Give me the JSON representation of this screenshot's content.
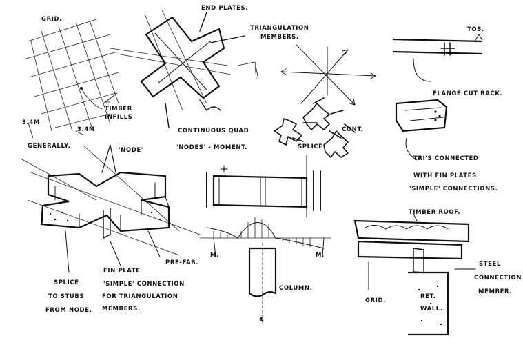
{
  "labels": {
    "grid": "GRID.",
    "end_plates": "END PLATES.",
    "triangulation_members": [
      "TRIANGULATION",
      "MEMBERS."
    ],
    "timber_infills": [
      "TIMBER",
      "INFILLS"
    ],
    "dim_left": "3.4M",
    "dim_bottom": "3.4M",
    "generally": "GENERALLY.",
    "continuous_quad": [
      "CONTINUOUS QUAD",
      "'NODES' - MOMENT."
    ],
    "tos": "TOS.",
    "flange_cut_back": "FLANGE CUT BACK.",
    "cont": "CONT.",
    "splice_center": "SPLICE",
    "tris_connected": [
      "TRI'S CONNECTED",
      "WITH FIN PLATES.",
      "'SIMPLE' CONNECTIONS."
    ],
    "node": "'NODE'",
    "pre_fab": "PRE-FAB.",
    "splice_stubs": [
      "SPLICE",
      "TO STUBS",
      "FROM NODE."
    ],
    "fin_plate": [
      "FIN PLATE",
      "'SIMPLE' CONNECTION",
      "FOR TRIANGULATION",
      "MEMBERS."
    ],
    "moment_left": "M.",
    "moment_right": "M.",
    "column": "COLUMN.",
    "centerline": "℄",
    "timber_roof": "TIMBER ROOF.",
    "grid_right": "GRID.",
    "ret_wall": [
      "RET.",
      "WALL."
    ],
    "steel_connection": [
      "STEEL",
      "CONNECTION",
      "MEMBER."
    ]
  }
}
